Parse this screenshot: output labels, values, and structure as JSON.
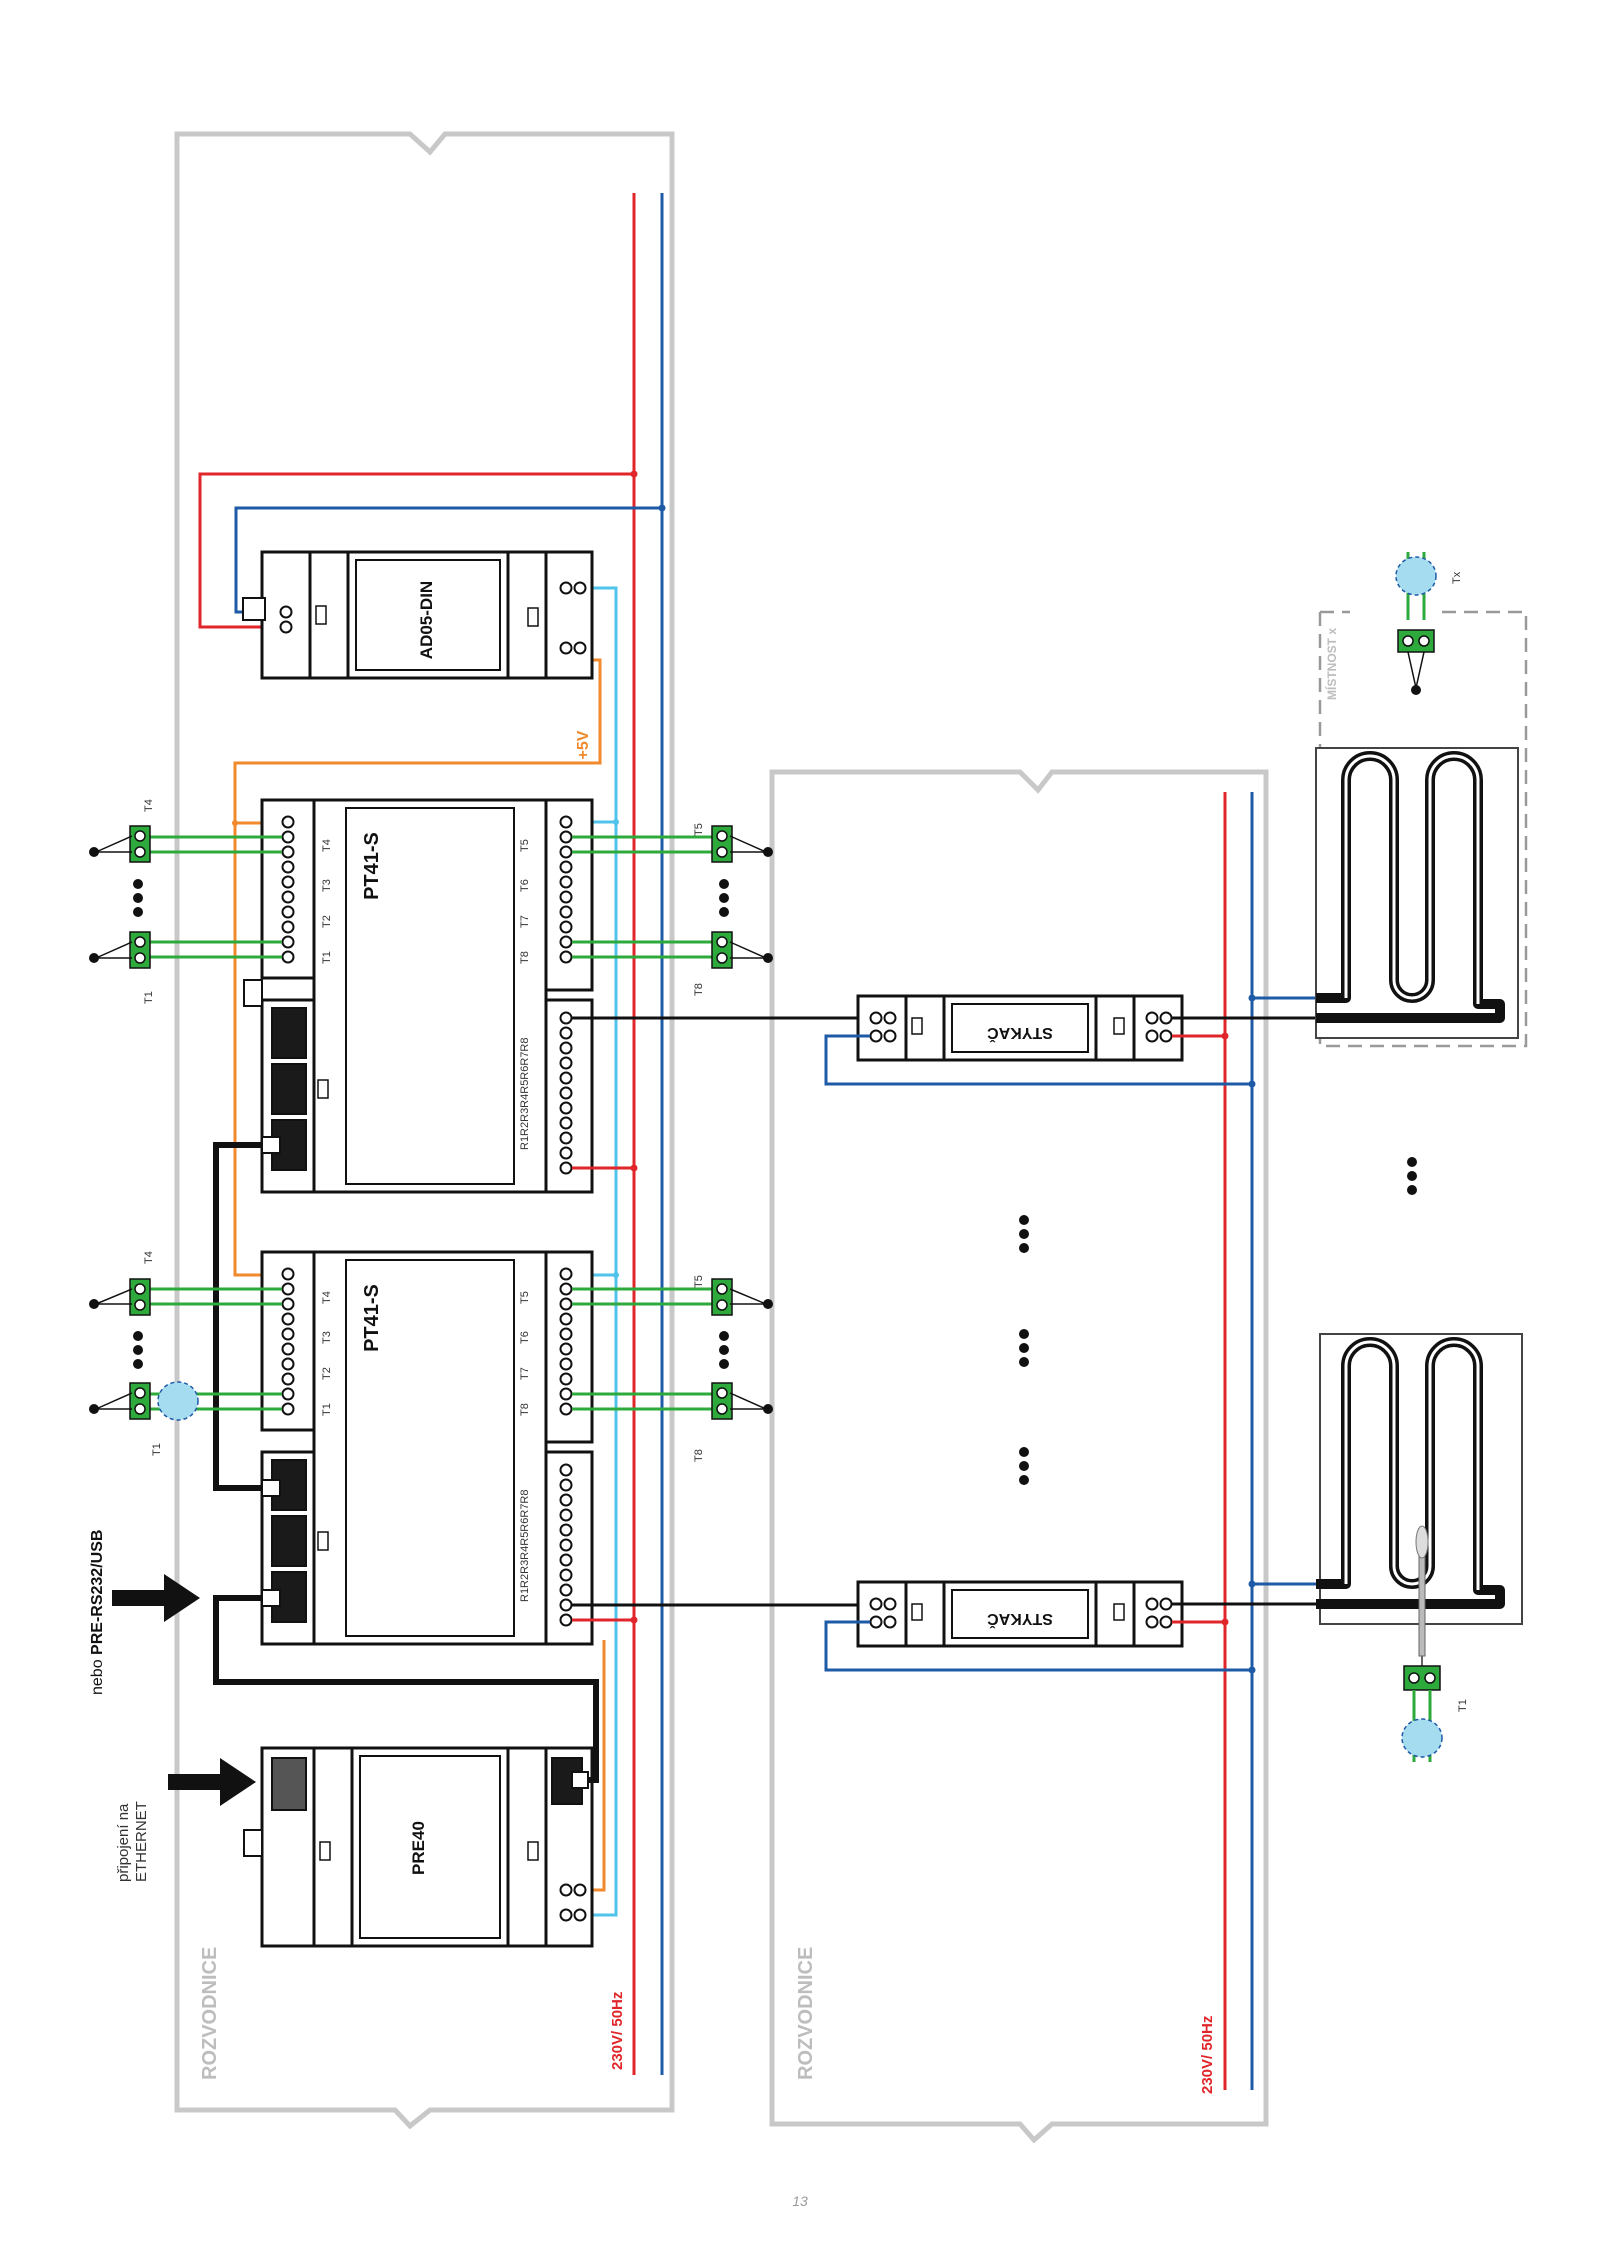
{
  "labels": {
    "panel_left": "ROZVODNICE",
    "panel_right": "ROZVODNICE",
    "mains_left": "230V/ 50Hz",
    "mains_right": "230V/ 50Hz",
    "plus5v": "+5V",
    "ad05": "AD05-DIN",
    "pt41_top": "PT41-S",
    "pt41_bottom": "PT41-S",
    "pre40": "PRE40",
    "stykac_top": "STYKAČ",
    "stykac_bottom": "STYKAČ",
    "mistnost": "MÍSTNOST x",
    "tx": "Tx",
    "ethernet_line1": "připojení na",
    "ethernet_line2": "ETHERNET",
    "rs232_prefix": "nebo ",
    "rs232_bold": "PRE-RS232/USB",
    "t1": "T1",
    "t2": "T2",
    "t3": "T3",
    "t4": "T4",
    "t5": "T5",
    "t6": "T6",
    "t7": "T7",
    "t8": "T8",
    "relays": "R1R2R3R4R5R6R7R8",
    "page_number": "13"
  },
  "colors": {
    "phase": "#e0262a",
    "neutral": "#1f5aa6",
    "bus_light": "#4fc3ea",
    "supply_5v": "#f08a2c",
    "sensor_wire": "#2eaa3c",
    "terminal_block": "#2eaa3c",
    "sensor_probe": "#a6dcef",
    "panel_outline": "#c8c8c8"
  },
  "icons": {
    "arrow": "right-arrow-icon",
    "dots": "ellipsis-icon",
    "heater": "heating-mat-icon",
    "sensor": "temperature-sensor-icon"
  }
}
